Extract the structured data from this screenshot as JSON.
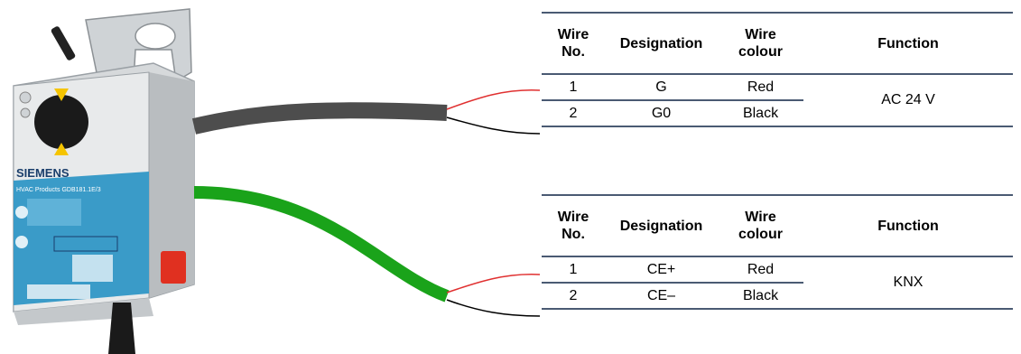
{
  "device": {
    "brand": "SIEMENS",
    "product_line": "HVAC Products GDB181.1E/3"
  },
  "tables": [
    {
      "headers": {
        "no": "Wire No.",
        "designation": "Designation",
        "colour": "Wire colour",
        "function": "Function"
      },
      "rows": [
        {
          "no": "1",
          "designation": "G",
          "colour": "Red"
        },
        {
          "no": "2",
          "designation": "G0",
          "colour": "Black"
        }
      ],
      "function": "AC 24 V"
    },
    {
      "headers": {
        "no": "Wire No.",
        "designation": "Designation",
        "colour": "Wire colour",
        "function": "Function"
      },
      "rows": [
        {
          "no": "1",
          "designation": "CE+",
          "colour": "Red"
        },
        {
          "no": "2",
          "designation": "CE–",
          "colour": "Black"
        }
      ],
      "function": "KNX"
    }
  ],
  "colors": {
    "power_cable": "#4d4d4d",
    "bus_cable": "#1aa31a",
    "red_wire": "#e03030",
    "black_wire": "#000000",
    "table_rule": "#4a5a73",
    "device_label": "#3a9bc8",
    "knob_accent": "#f5c400",
    "manual_button": "#e03020"
  }
}
